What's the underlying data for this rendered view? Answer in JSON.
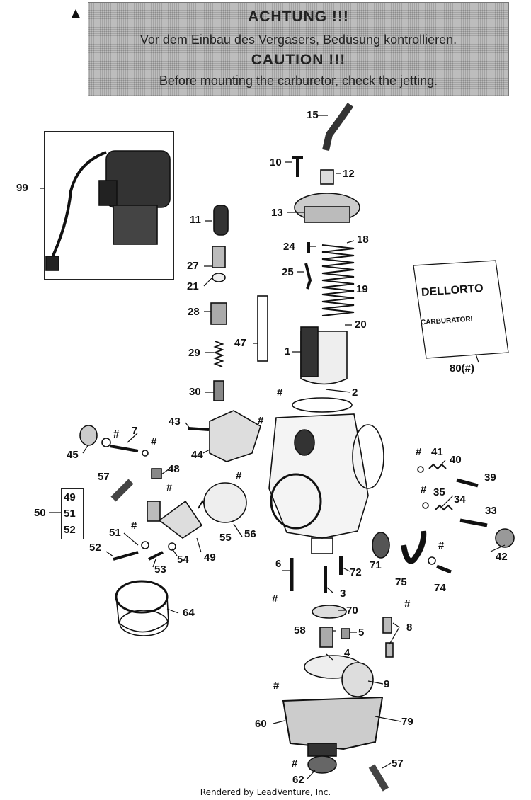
{
  "warning": {
    "title_de": "ACHTUNG !!!",
    "text_de": "Vor dem Einbau des Vergasers, Bedüsung kontrollieren.",
    "title_en": "CAUTION !!!",
    "text_en": "Before mounting the carburetor, check the jetting."
  },
  "footer": "Rendered by LeadVenture, Inc.",
  "labels": {
    "p15": "15",
    "p10": "10",
    "p12": "12",
    "p13": "13",
    "p99": "99",
    "p11": "11",
    "p24": "24",
    "p18": "18",
    "p27": "27",
    "p25": "25",
    "p21": "21",
    "p19": "19",
    "p28": "28",
    "p20": "20",
    "p47": "47",
    "p1": "1",
    "p29": "29",
    "p80": "80(#)",
    "p30": "30",
    "p2": "2",
    "p43": "43",
    "p7": "7",
    "p44": "44",
    "p45": "45",
    "p41": "41",
    "p40": "40",
    "p39": "39",
    "p48": "48",
    "p57a": "57",
    "p35": "35",
    "p34": "34",
    "p33": "33",
    "p50": "50",
    "p49a": "49",
    "p51a": "51",
    "p52a": "52",
    "p51b": "51",
    "p52b": "52",
    "p55": "55",
    "p56": "56",
    "p53": "53",
    "p54": "54",
    "p49b": "49",
    "p42": "42",
    "p6": "6",
    "p72": "72",
    "p71": "71",
    "p75": "75",
    "p74": "74",
    "p3": "3",
    "p64": "64",
    "p70": "70",
    "p58": "58",
    "p5": "5",
    "p8": "8",
    "p4": "4",
    "p9": "9",
    "p60": "60",
    "p79": "79",
    "p57b": "57",
    "p62": "62",
    "hash": "#"
  },
  "kit_card": {
    "brand": "DELLORTO",
    "sub": "CARBURATORI"
  }
}
